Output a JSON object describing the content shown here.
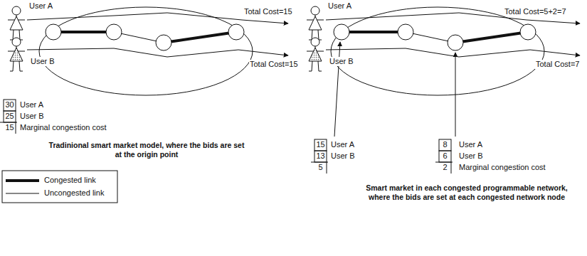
{
  "diagram": {
    "labels": [
      "User A",
      "User B",
      "Total Cost=15",
      "Total Cost=15",
      "30",
      "User A",
      "25",
      "User B",
      "15",
      "Marginal congestion cost",
      "Tradinional smart market model, where the bids are set at the origin point",
      "User A",
      "User B",
      "Total Cost=5+2=7",
      "Total Cost=7",
      "15",
      "User A",
      "13",
      "User B",
      "5",
      "8",
      "User A",
      "6",
      "User B",
      "2",
      "Marginal congestion cost",
      "Smart market in each congested programmable network, where the bids are set at each congested network node"
    ],
    "legend": [
      {
        "text": "Congested link"
      },
      {
        "text": "Uncongested link"
      }
    ]
  }
}
